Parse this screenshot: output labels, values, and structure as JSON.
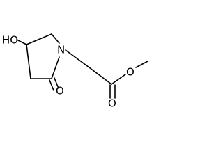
{
  "molecule": {
    "atoms": {
      "hydroxyl": "HO",
      "nitrogen": "N",
      "carbonyl_oxygen_ring": "O",
      "carbonyl_oxygen_ester": "O",
      "ester_oxygen": "O"
    },
    "colors": {
      "bonds": "#000000",
      "labels": "#000000",
      "background": "#ffffff"
    }
  }
}
